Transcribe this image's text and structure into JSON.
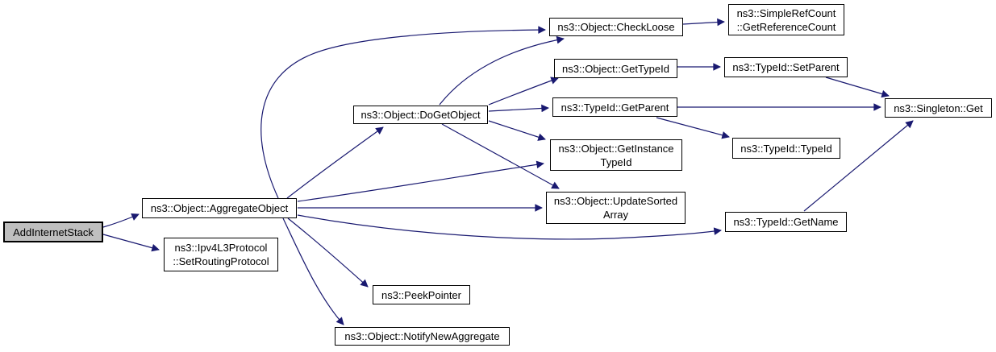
{
  "diagram": {
    "type": "call-graph",
    "background_color": "#ffffff",
    "edge_color": "#191970",
    "node_fill": "#ffffff",
    "node_border_color": "#000000",
    "current_node_fill": "#bfbfbf",
    "nodes": {
      "add_internet_stack": {
        "label": "AddInternetStack",
        "highlighted": true
      },
      "aggregate_object": {
        "label": "ns3::Object::AggregateObject",
        "highlighted": false
      },
      "set_routing_protocol": {
        "label": "ns3::Ipv4L3Protocol\n::SetRoutingProtocol",
        "highlighted": false
      },
      "do_get_object": {
        "label": "ns3::Object::DoGetObject",
        "highlighted": false
      },
      "check_loose": {
        "label": "ns3::Object::CheckLoose",
        "highlighted": false
      },
      "get_reference_count": {
        "label": "ns3::SimpleRefCount\n::GetReferenceCount",
        "highlighted": false
      },
      "get_type_id": {
        "label": "ns3::Object::GetTypeId",
        "highlighted": false
      },
      "set_parent": {
        "label": "ns3::TypeId::SetParent",
        "highlighted": false
      },
      "get_parent": {
        "label": "ns3::TypeId::GetParent",
        "highlighted": false
      },
      "singleton_get": {
        "label": "ns3::Singleton::Get",
        "highlighted": false
      },
      "type_id_ctor": {
        "label": "ns3::TypeId::TypeId",
        "highlighted": false
      },
      "get_instance_type_id": {
        "label": "ns3::Object::GetInstance\nTypeId",
        "highlighted": false
      },
      "update_sorted_array": {
        "label": "ns3::Object::UpdateSorted\nArray",
        "highlighted": false
      },
      "get_name": {
        "label": "ns3::TypeId::GetName",
        "highlighted": false
      },
      "peek_pointer": {
        "label": "ns3::PeekPointer",
        "highlighted": false
      },
      "notify_new_aggregate": {
        "label": "ns3::Object::NotifyNewAggregate",
        "highlighted": false
      }
    },
    "edges": [
      {
        "from": "AddInternetStack",
        "to": "ns3::Object::AggregateObject"
      },
      {
        "from": "AddInternetStack",
        "to": "ns3::Ipv4L3Protocol::SetRoutingProtocol"
      },
      {
        "from": "ns3::Object::AggregateObject",
        "to": "ns3::Object::CheckLoose"
      },
      {
        "from": "ns3::Object::AggregateObject",
        "to": "ns3::Object::DoGetObject"
      },
      {
        "from": "ns3::Object::AggregateObject",
        "to": "ns3::Object::GetInstanceTypeId"
      },
      {
        "from": "ns3::Object::AggregateObject",
        "to": "ns3::Object::UpdateSortedArray"
      },
      {
        "from": "ns3::Object::AggregateObject",
        "to": "ns3::TypeId::GetName"
      },
      {
        "from": "ns3::Object::AggregateObject",
        "to": "ns3::PeekPointer"
      },
      {
        "from": "ns3::Object::AggregateObject",
        "to": "ns3::Object::NotifyNewAggregate"
      },
      {
        "from": "ns3::Object::DoGetObject",
        "to": "ns3::Object::CheckLoose"
      },
      {
        "from": "ns3::Object::DoGetObject",
        "to": "ns3::Object::GetTypeId"
      },
      {
        "from": "ns3::Object::DoGetObject",
        "to": "ns3::TypeId::GetParent"
      },
      {
        "from": "ns3::Object::DoGetObject",
        "to": "ns3::Object::GetInstanceTypeId"
      },
      {
        "from": "ns3::Object::DoGetObject",
        "to": "ns3::Object::UpdateSortedArray"
      },
      {
        "from": "ns3::Object::CheckLoose",
        "to": "ns3::SimpleRefCount::GetReferenceCount"
      },
      {
        "from": "ns3::Object::GetTypeId",
        "to": "ns3::TypeId::SetParent"
      },
      {
        "from": "ns3::TypeId::SetParent",
        "to": "ns3::Singleton::Get"
      },
      {
        "from": "ns3::TypeId::GetParent",
        "to": "ns3::Singleton::Get"
      },
      {
        "from": "ns3::TypeId::GetParent",
        "to": "ns3::TypeId::TypeId"
      },
      {
        "from": "ns3::TypeId::GetName",
        "to": "ns3::Singleton::Get"
      }
    ]
  }
}
